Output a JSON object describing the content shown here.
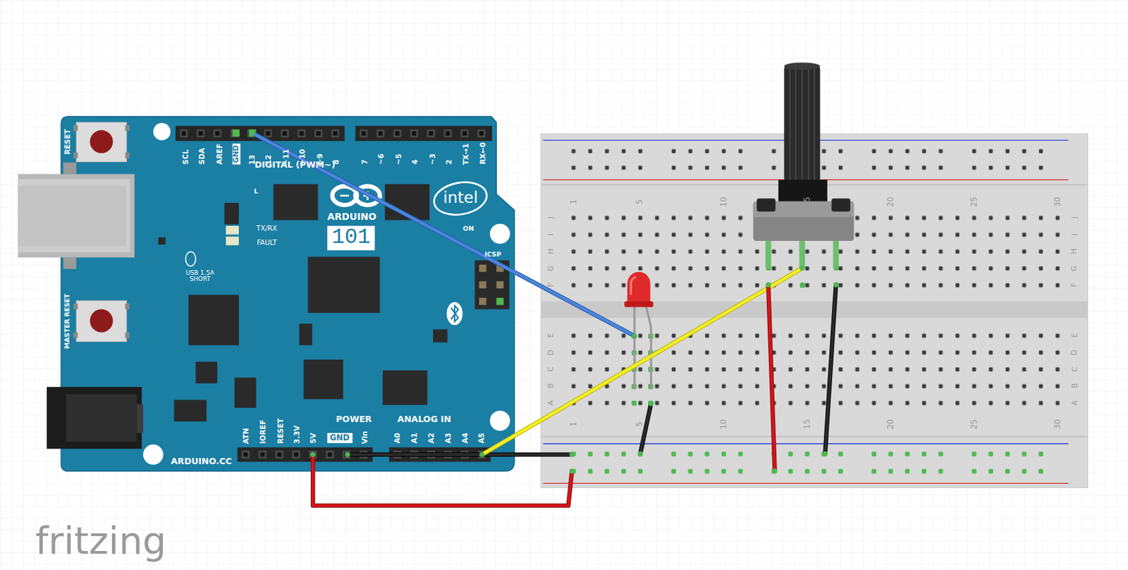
{
  "diagram": {
    "labels": [
      "RESET",
      "SCL",
      "SDA",
      "AREF",
      "GND",
      "13",
      "12",
      "~11",
      "~10",
      "~9",
      "8",
      "7",
      "~6",
      "~5",
      "4",
      "~3",
      "2",
      "TX→1",
      "RX←0",
      "DIGITAL (PWM~)",
      "L",
      "TX/RX",
      "FAULT",
      "ARDUINO",
      "101",
      "intel",
      "ON",
      "ICSP",
      "USB 1.5A SHORT",
      "MASTER RESET",
      "ATN",
      "IOREF",
      "RESET",
      "3.3V",
      "5V",
      "GND",
      "Vin",
      "A0",
      "A1",
      "A2",
      "A3",
      "A4",
      "A5",
      "POWER",
      "ANALOG IN",
      "ARDUINO.CC",
      "1",
      "5",
      "10",
      "15",
      "20",
      "25",
      "30",
      "1",
      "5",
      "10",
      "15",
      "20",
      "25",
      "30",
      "J",
      "I",
      "H",
      "G",
      "F",
      "E",
      "D",
      "C",
      "B",
      "A",
      "J",
      "I",
      "H",
      "G",
      "F",
      "E",
      "D",
      "C",
      "B",
      "A",
      "fritzing"
    ]
  }
}
